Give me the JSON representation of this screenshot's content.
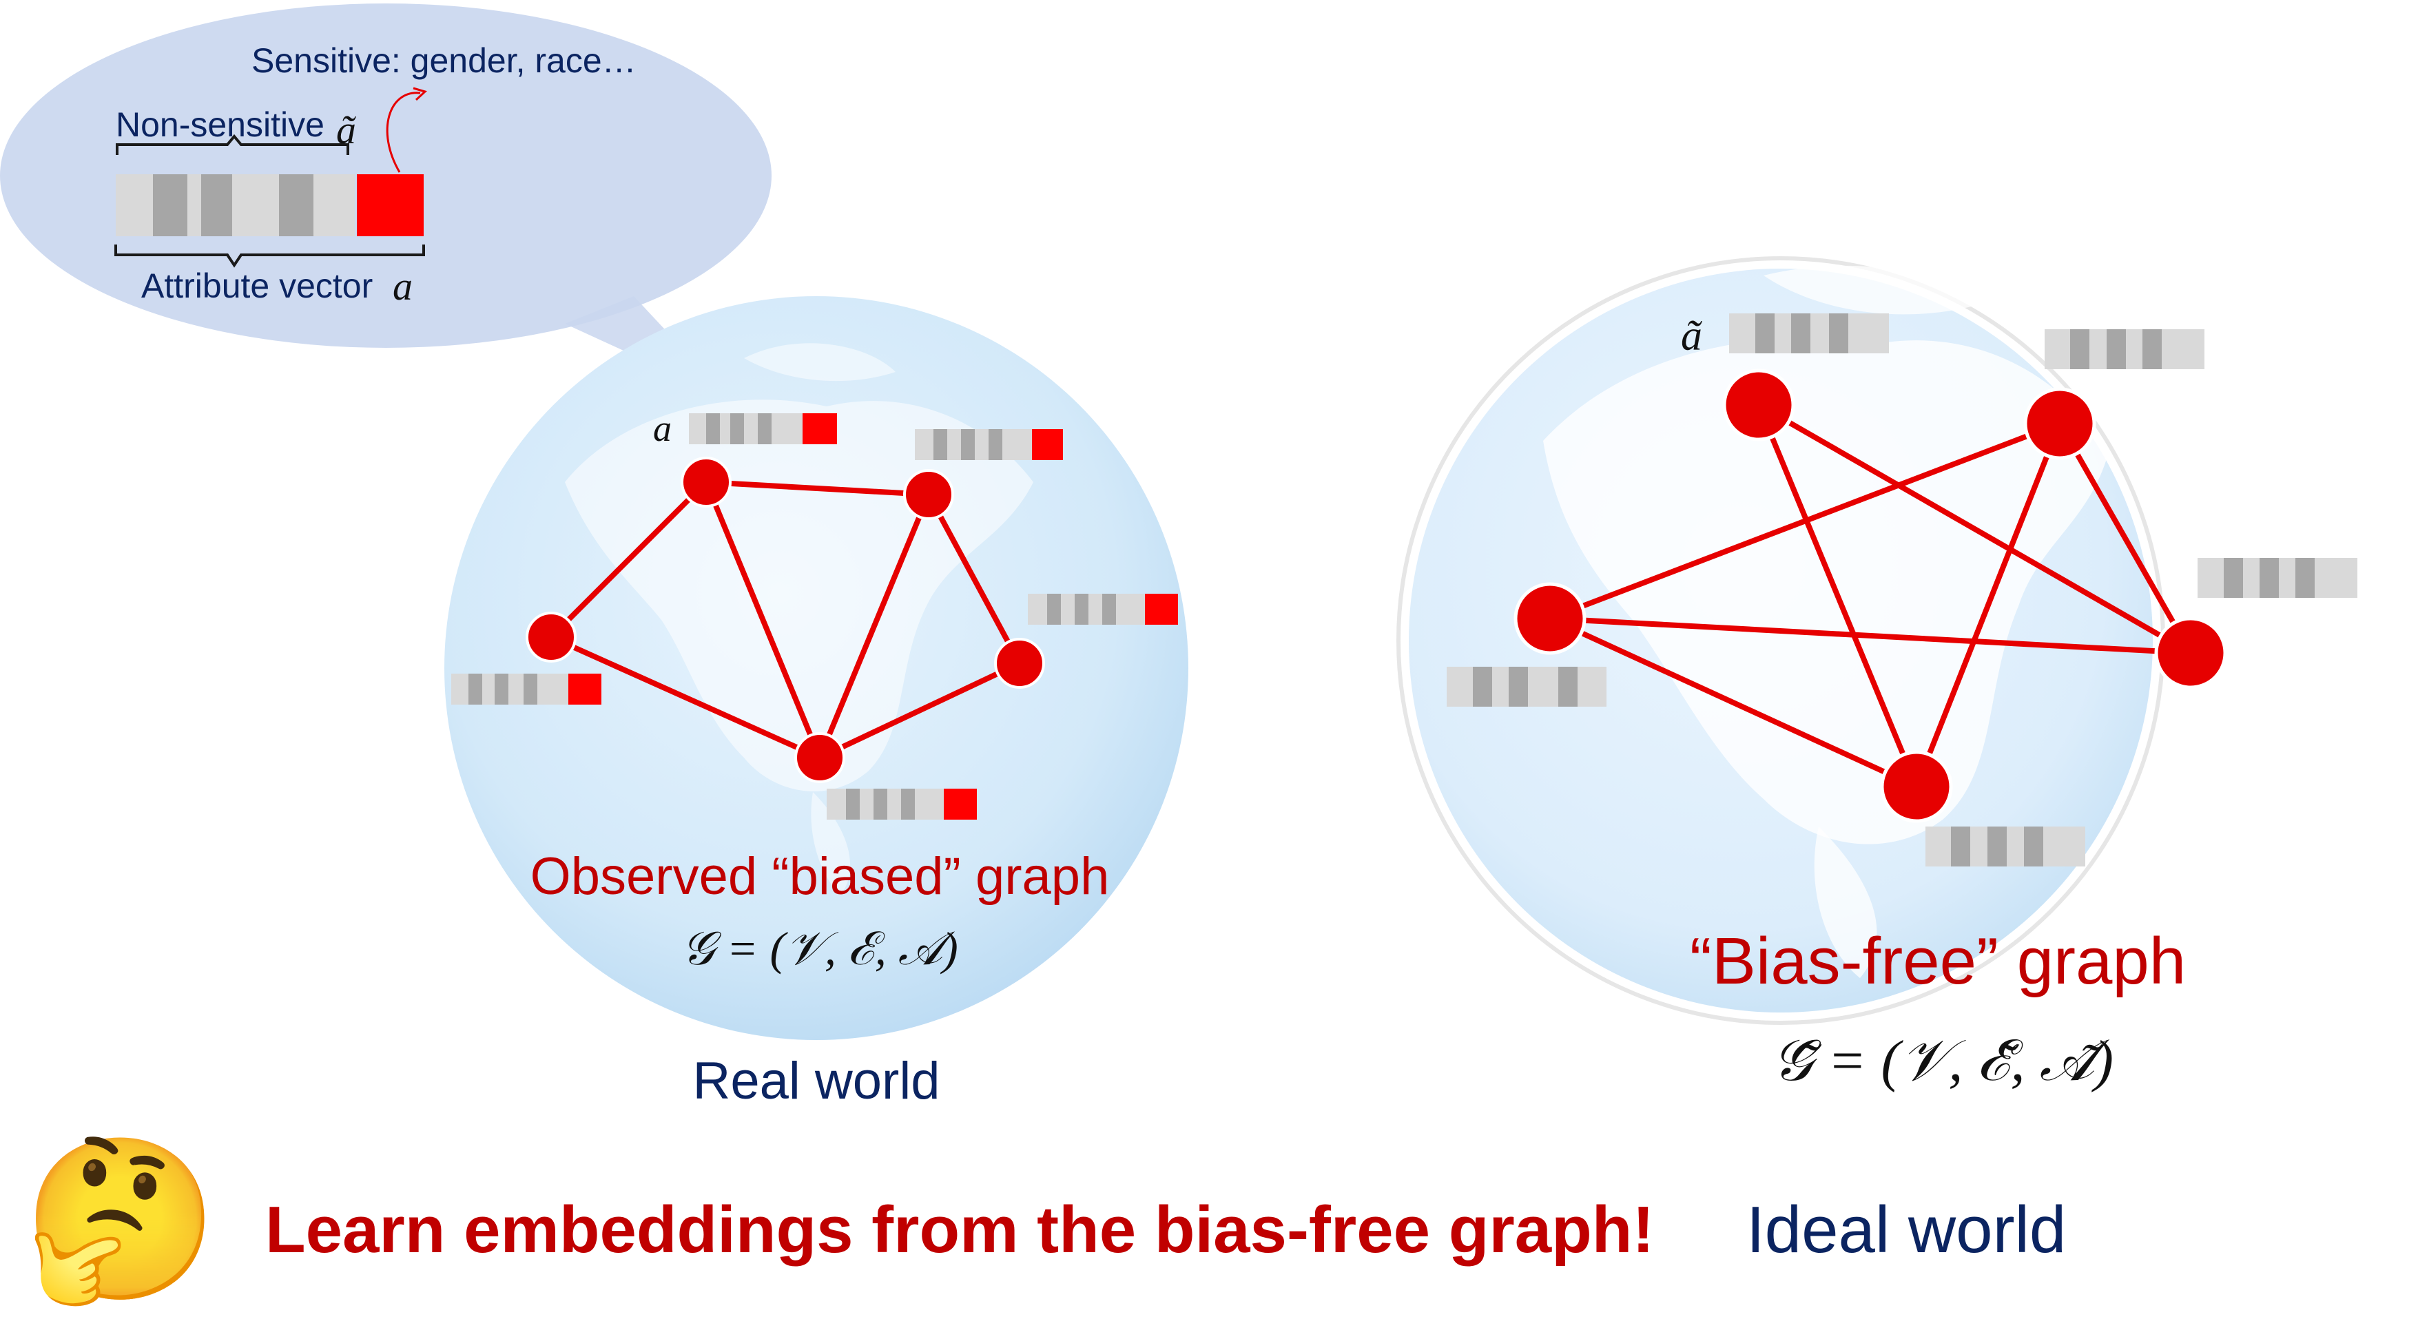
{
  "callout": {
    "sensitive_label": "Sensitive: gender, race…",
    "nonsensitive_label": "Non-sensitive",
    "a_tilde_symbol": "ã",
    "attribute_vector_label": "Attribute vector",
    "a_symbol": "a"
  },
  "real_graph": {
    "node_symbol": "a",
    "title": "Observed “biased” graph",
    "formula": "𝒢 = (𝒱, ℰ, 𝒜)",
    "caption": "Real world"
  },
  "ideal_graph": {
    "node_symbol": "ã",
    "title": "“Bias-free” graph",
    "formula": "𝒢̃ = (𝒱, ℰ̃, 𝒜̃)",
    "caption": "Ideal world"
  },
  "footer": {
    "thinking_face": "🤔",
    "message": "Learn embeddings from the bias-free graph!"
  },
  "colors": {
    "accent_red": "#e60000",
    "dark_red_text": "#c00000",
    "navy_text": "#0b2461",
    "globe_fill": "#d6ebfa",
    "callout_fill": "#c9d6ee"
  }
}
